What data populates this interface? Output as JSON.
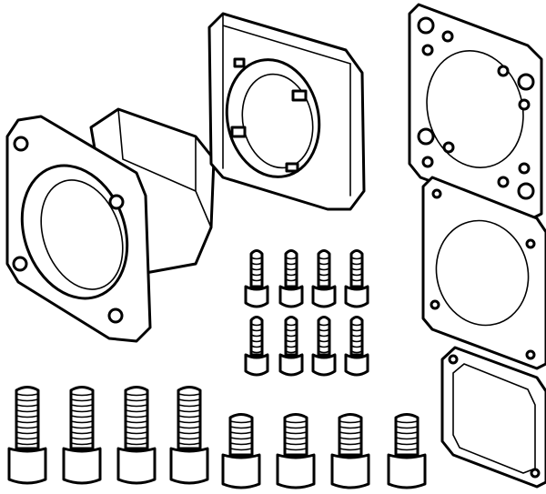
{
  "colors": {
    "stroke": "#000000",
    "background": "#ffffff"
  },
  "parts": {
    "flange_housing": 1,
    "square_adapter_ring": 1,
    "gaskets": 3,
    "small_screws": 8,
    "long_screws": 4,
    "short_screws": 4
  }
}
